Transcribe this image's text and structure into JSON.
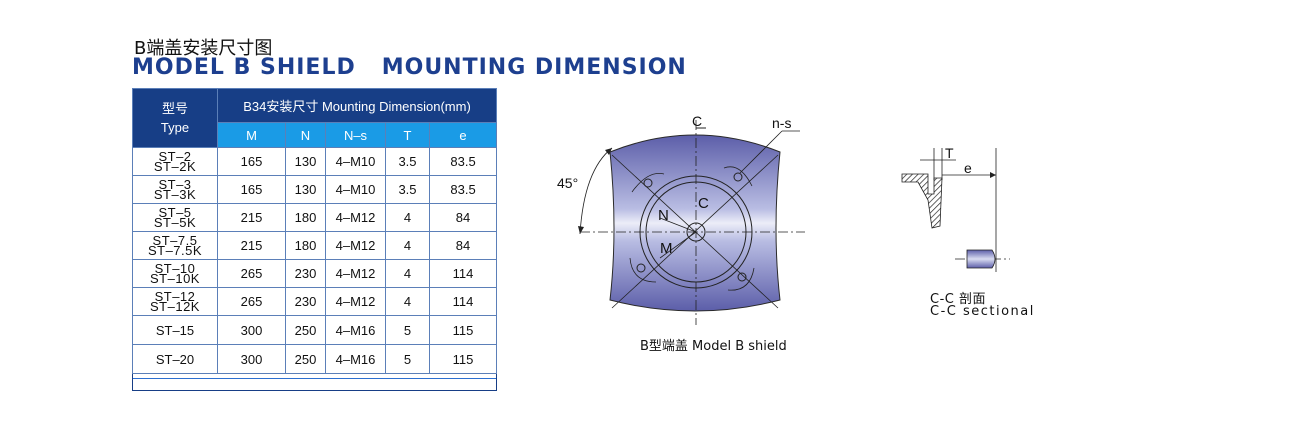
{
  "title": {
    "cn": "B端盖安装尺寸图",
    "en": "MODEL B SHIELD   MOUNTING DIMENSION"
  },
  "table": {
    "type_header_cn": "型号",
    "type_header_en": "Type",
    "group_header": "B34安装尺寸 Mounting Dimension(mm)",
    "columns": [
      "M",
      "N",
      "N–s",
      "T",
      "e"
    ],
    "rows": [
      {
        "type": [
          "ST–2",
          "ST–2K"
        ],
        "values": [
          "165",
          "130",
          "4–M10",
          "3.5",
          "83.5"
        ]
      },
      {
        "type": [
          "ST–3",
          "ST–3K"
        ],
        "values": [
          "165",
          "130",
          "4–M10",
          "3.5",
          "83.5"
        ]
      },
      {
        "type": [
          "ST–5",
          "ST–5K"
        ],
        "values": [
          "215",
          "180",
          "4–M12",
          "4",
          "84"
        ]
      },
      {
        "type": [
          "ST–7.5",
          "ST–7.5K"
        ],
        "values": [
          "215",
          "180",
          "4–M12",
          "4",
          "84"
        ]
      },
      {
        "type": [
          "ST–10",
          "ST–10K"
        ],
        "values": [
          "265",
          "230",
          "4–M12",
          "4",
          "114"
        ]
      },
      {
        "type": [
          "ST–12",
          "ST–12K"
        ],
        "values": [
          "265",
          "230",
          "4–M12",
          "4",
          "114"
        ]
      },
      {
        "type": [
          "ST–15"
        ],
        "values": [
          "300",
          "250",
          "4–M16",
          "5",
          "115"
        ]
      },
      {
        "type": [
          "ST–20"
        ],
        "values": [
          "300",
          "250",
          "4–M16",
          "5",
          "115"
        ]
      }
    ]
  },
  "shield_drawing": {
    "angle_label": "45°",
    "c_top": "C",
    "ns_label": "n-s",
    "n_label": "N",
    "c_center": "C",
    "m_label": "M",
    "caption": "B型端盖 Model B shield"
  },
  "section_drawing": {
    "t_label": "T",
    "e_label": "e",
    "caption_cn": "C-C 剖面",
    "caption_en": "C-C sectional"
  },
  "colors": {
    "title_blue": "#1d3f8f",
    "header_dark": "#173e86",
    "header_light": "#1a9be6"
  }
}
